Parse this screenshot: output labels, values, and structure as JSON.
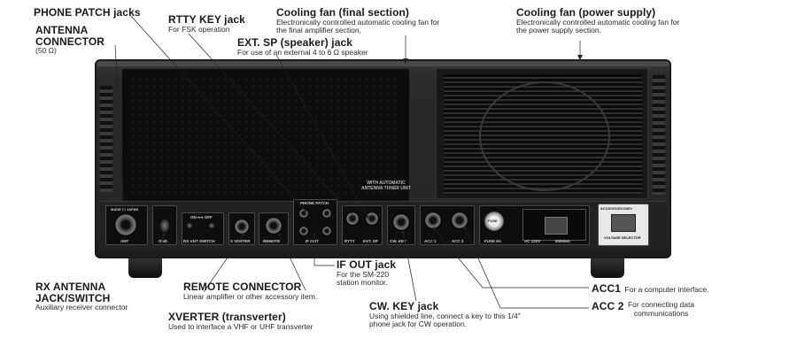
{
  "labels": {
    "phone_patch": {
      "title": "PHONE PATCH jacks"
    },
    "antenna": {
      "title": "ANTENNA",
      "title2": "CONNECTOR",
      "desc": "(50 Ω)"
    },
    "rtty": {
      "title": "RTTY KEY jack",
      "desc": "For FSK operation"
    },
    "cooling_final": {
      "title": "Cooling fan (final section)",
      "desc": "Electronically controlled automatic cooling fan for",
      "desc2": "the final amplifier section."
    },
    "ext_sp": {
      "title": "EXT. SP (speaker) jack",
      "desc": "For use of an external 4 to 6 Ω speaker"
    },
    "cooling_power": {
      "title": "Cooling fan (power supply)",
      "desc": "Electronically controlled automatic cooling fan for",
      "desc2": "the power supply section."
    },
    "rx_antenna": {
      "title": "RX ANTENNA",
      "title2": "JACK/SWITCH",
      "desc": "Auxiliary receiver connector"
    },
    "remote": {
      "title": "REMOTE CONNECTOR",
      "desc": "Linear amplifier or other accessory item."
    },
    "xverter": {
      "title": "XVERTER (transverter)",
      "desc": "Used to interface a VHF or UHF transverter"
    },
    "if_out": {
      "title": "IF OUT jack",
      "desc": "For the SM-220",
      "desc2": "station monitor."
    },
    "cw_key": {
      "title": "CW. KEY jack",
      "desc": "Using shielded line, connect a key to this 1/4\"",
      "desc2": "phone jack for CW operation."
    },
    "acc1": {
      "title": "ACC1",
      "desc": "For a computer interface."
    },
    "acc2": {
      "title": "ACC 2",
      "desc": "For connecting data",
      "desc2": "communications"
    }
  },
  "panel_text": {
    "made_in": "MADE IN JAPAN",
    "tuner_tag1": "WITH AUTOMATIC",
    "tuner_tag2": "ANTENNA TUNER UNIT",
    "phone_patch": "PHONE PATCH",
    "ant": "ANT",
    "gnd": "GND",
    "rx_ant_switch": "RX ANT SWITCH",
    "on_off": "ON ⟷ OFF",
    "x_verter": "X VERTER",
    "remote": "REMOTE",
    "if_out": "IF OUT",
    "rtty": "RTTY",
    "ext_sp": "EXT. SP",
    "cw_key": "CW. KEY",
    "acc1": "ACC 1",
    "acc2": "ACC 2",
    "fuse": "FUSE",
    "fuse_rating": "FUSE 6A",
    "ac": "AC 120V",
    "freq": "50/60Hz",
    "voltage_range": "AC120V/220V/240V",
    "voltage_selector": "VOLTAGE SELECTOR"
  },
  "colors": {
    "chassis": "#262626",
    "leader": "#222222"
  }
}
